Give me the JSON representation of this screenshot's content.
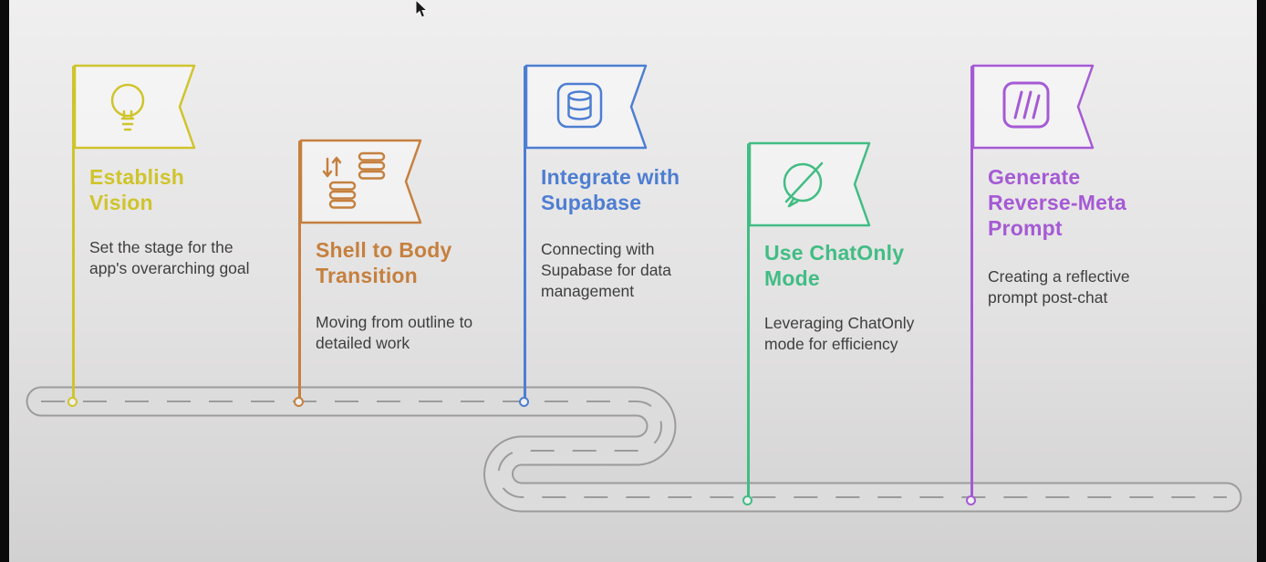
{
  "page": {
    "background_top": "#f0efef",
    "background_bottom": "#d2d1d1",
    "letterbox_color": "#0b0b0b"
  },
  "road": {
    "edge_color": "#9b9b9b",
    "surface_color": "#dcdcdc",
    "dash_color": "#9b9b9b"
  },
  "milestones": [
    {
      "title": "Establish Vision",
      "description": "Set the stage for the app's overarching goal",
      "color": "#cfc42c",
      "icon": "lightbulb-icon"
    },
    {
      "title": "Shell to Body Transition",
      "description": "Moving from outline to detailed work",
      "color": "#c5803f",
      "icon": "data-transfer-icon"
    },
    {
      "title": "Integrate with Supabase",
      "description": "Connecting with Supabase for data management",
      "color": "#4d7ed2",
      "icon": "database-icon"
    },
    {
      "title": "Use ChatOnly Mode",
      "description": "Leveraging ChatOnly mode for efficiency",
      "color": "#41bd84",
      "icon": "chat-slash-icon"
    },
    {
      "title": "Generate Reverse-Meta Prompt",
      "description": "Creating a reflective prompt post-chat",
      "color": "#a55ad5",
      "icon": "board-icon"
    }
  ]
}
